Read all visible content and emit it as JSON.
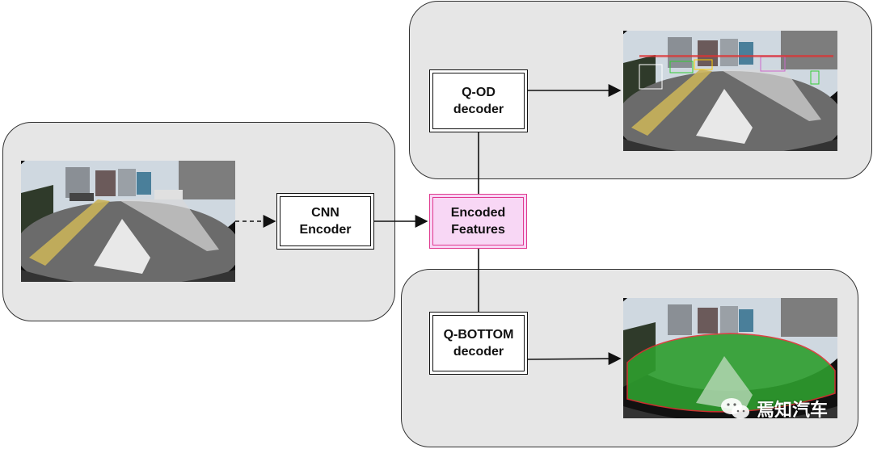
{
  "nodes": {
    "cnn_encoder": "CNN\nEncoder",
    "encoded_features": "Encoded\nFeatures",
    "qod_decoder": "Q-OD\ndecoder",
    "qbottom_decoder": "Q-BOTTOM\ndecoder"
  },
  "watermark": "焉知汽车",
  "colors": {
    "panel": "#e6e6e6",
    "features_fill": "#f8d7f5",
    "features_border": "#e0398f",
    "segmentation": "#2e9e2e"
  }
}
